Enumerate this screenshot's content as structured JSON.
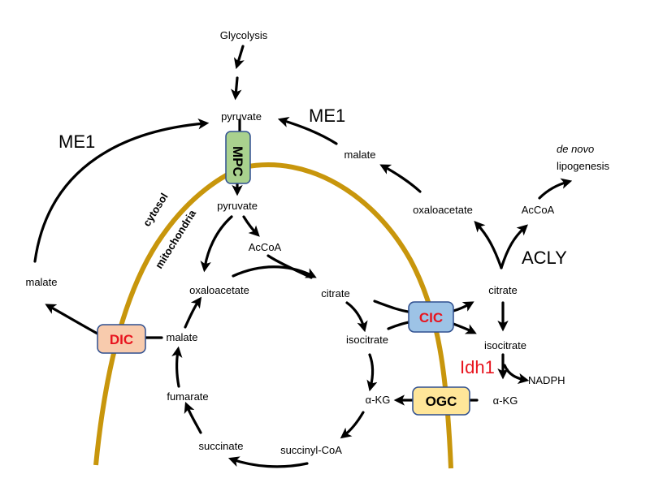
{
  "diagram": {
    "colors": {
      "membrane": "#C8960C",
      "arrow": "#000000",
      "enzyme_red": "#E8141E",
      "box_border": "#2F4F8F"
    },
    "compartments": {
      "cytosol": "cytosol",
      "mitochondria": "mitochondria"
    },
    "metabolites": {
      "glycolysis": "Glycolysis",
      "pyruvate_cyto": "pyruvate",
      "pyruvate_mito": "pyruvate",
      "accoa_mito": "AcCoA",
      "oxaloacetate_mito": "oxaloacetate",
      "citrate_mito": "citrate",
      "isocitrate_mito": "isocitrate",
      "akg_mito": "α-KG",
      "succinyl_coa": "succinyl-CoA",
      "succinate": "succinate",
      "fumarate": "fumarate",
      "malate_mito": "malate",
      "malate_cyto_left": "malate",
      "malate_cyto_top": "malate",
      "oxaloacetate_cyto": "oxaloacetate",
      "accoa_cyto": "AcCoA",
      "citrate_cyto": "citrate",
      "isocitrate_cyto": "isocitrate",
      "akg_cyto": "α-KG",
      "nadph": "NADPH",
      "lipogenesis_line1": "de novo",
      "lipogenesis_line2": "lipogenesis"
    },
    "enzymes": {
      "me1_left": "ME1",
      "me1_right": "ME1",
      "acly": "ACLY",
      "idh1": "Idh1"
    },
    "transporters": [
      {
        "id": "mpc",
        "label": "MPC",
        "fill": "#A9D18E",
        "text_color": "#000000"
      },
      {
        "id": "dic",
        "label": "DIC",
        "fill": "#F8CBAD",
        "text_color": "#E8141E"
      },
      {
        "id": "cic",
        "label": "CIC",
        "fill": "#9DC3E6",
        "text_color": "#E8141E"
      },
      {
        "id": "ogc",
        "label": "OGC",
        "fill": "#FFE699",
        "text_color": "#000000"
      }
    ]
  }
}
